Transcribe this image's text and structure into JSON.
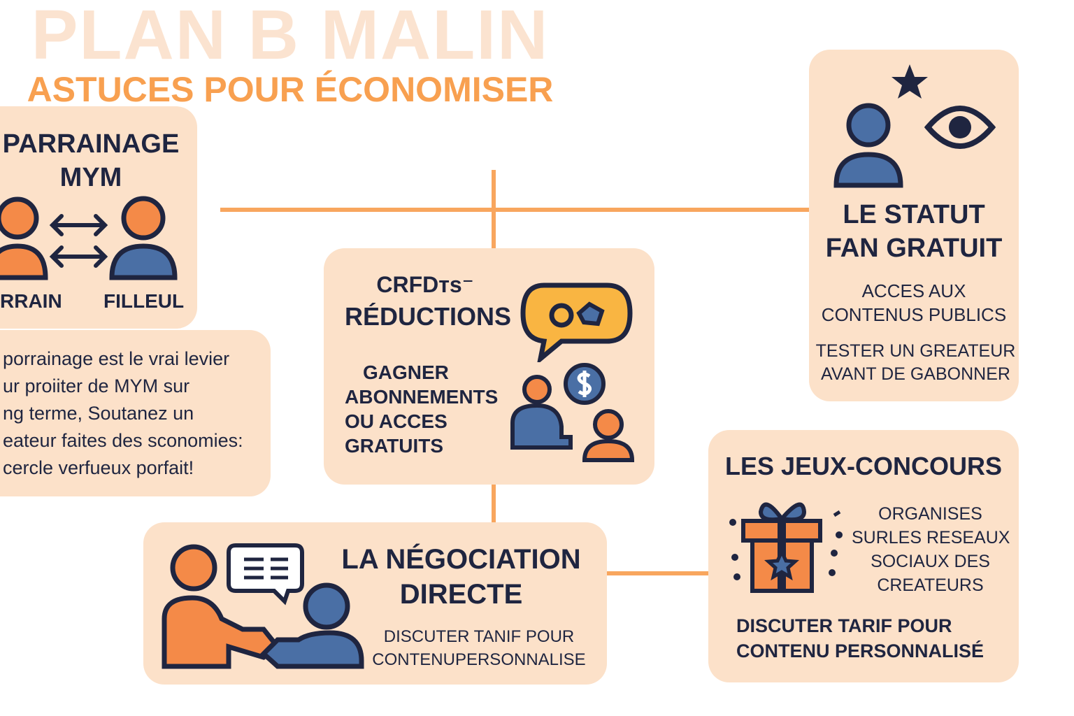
{
  "header": {
    "title": "PLAN B MALIN",
    "subtitle": "ASTUCES POUR ÉCONOMISER"
  },
  "colors": {
    "card": "#fce1c9",
    "line": "#f8a65e",
    "accent": "#f8a050",
    "orange": "#f48a48",
    "blue": "#4a6fa5",
    "navy": "#1f2540",
    "yellow": "#f9b542"
  },
  "parrainage": {
    "title1": "PARRAINAGE",
    "title2": "MYM",
    "left_label": "RRAIN",
    "right_label": "FILLEUL",
    "text": [
      "porrainage est le vrai levier",
      "ur proiiter de MYM sur",
      "ng terme, Soutanez un",
      "eateur faites des sconomies:",
      "cercle verfueux porfait!"
    ]
  },
  "credits": {
    "title1": "CRFDтѕ⁻",
    "title2": "RÉDUCTIONS",
    "body": [
      "GAGNER",
      "ABONNEMENTS",
      "OU ACCES",
      "GRATUITS"
    ]
  },
  "statut": {
    "title1": "LE STATUT",
    "title2": "FAN GRATUIT",
    "body1": [
      "ACCES AUX",
      "CONTENUS PUBLICS"
    ],
    "body2": [
      "TESTER UN GREATEUR",
      "AVANT DE GABONNER"
    ]
  },
  "negociation": {
    "title1": "LA NÉGOCIATION",
    "title2": "DIRECTE",
    "body": [
      "DISCUTER TANIF POUR",
      "CONTENUPERSONNALISE"
    ]
  },
  "jeux": {
    "title": "LES JEUX-CONCOURS",
    "body": [
      "ORGANISES",
      "SURLES RESEAUX",
      "SOCIAUX DES",
      "CREATEURS"
    ],
    "footer": [
      "DISCUTER TARIF POUR",
      "CONTENU PERSONNALISÉ"
    ]
  },
  "icons": [
    "person-icon",
    "double-arrow-icon",
    "speech-bubble-icon",
    "dollar-coin-icon",
    "star-icon",
    "eye-icon",
    "chat-icon",
    "handshake-icon",
    "gift-icon"
  ]
}
